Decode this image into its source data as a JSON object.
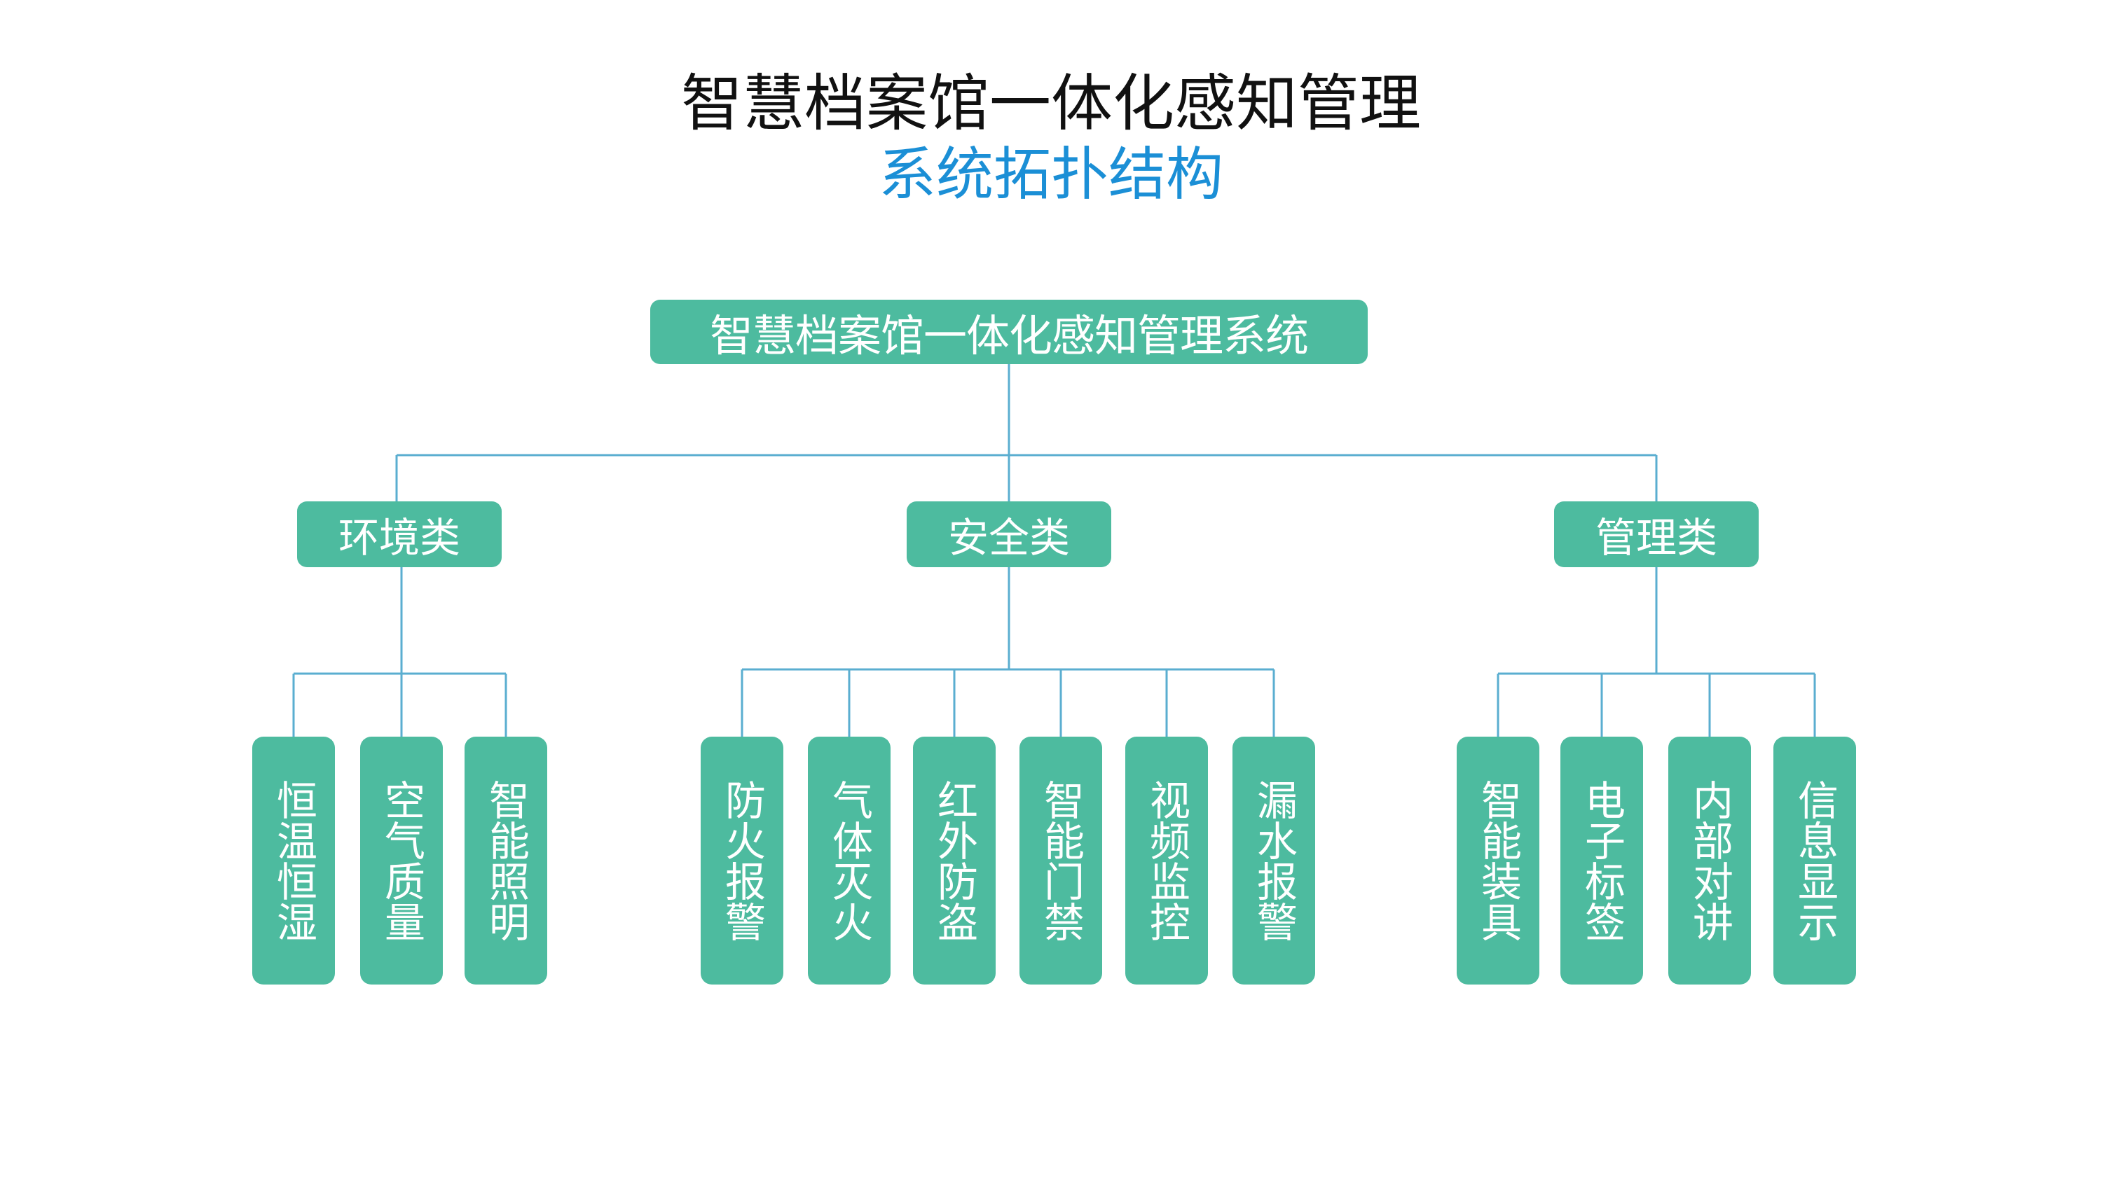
{
  "title": "智慧档案馆一体化感知管理",
  "subtitle": "系统拓扑结构",
  "colors": {
    "node_fill": "#4dbb9f",
    "connector": "#5aaed0",
    "title": "#111111",
    "subtitle": "#1b8fd6"
  },
  "root": {
    "label": "智慧档案馆一体化感知管理系统"
  },
  "categories": [
    {
      "label": "环境类",
      "children": [
        "恒温恒湿",
        "空气质量",
        "智能照明"
      ]
    },
    {
      "label": "安全类",
      "children": [
        "防火报警",
        "气体灭火",
        "红外防盗",
        "智能门禁",
        "视频监控",
        "漏水报警"
      ]
    },
    {
      "label": "管理类",
      "children": [
        "智能装具",
        "电子标签",
        "内部对讲",
        "信息显示"
      ]
    }
  ]
}
